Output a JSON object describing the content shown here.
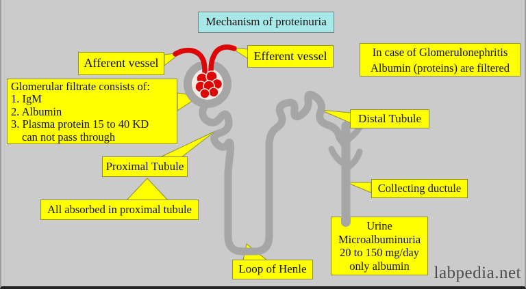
{
  "diagram": {
    "title": "Mechanism of proteinuria",
    "watermark": "labpedia.net",
    "callouts": {
      "afferent_vessel": "Afferent vessel",
      "efferent_vessel": "Efferent vessel",
      "proximal_tubule": "Proximal Tubule",
      "distal_tubule": "Distal Tubule",
      "collecting_ductule": "Collecting ductule",
      "loop_of_henle": "Loop of  Henle"
    },
    "notes": {
      "glomerulonephritis": {
        "line1": "In case of Glomerulonephritis",
        "line2": "Albumin (proteins) are filtered"
      },
      "filtrate": {
        "title": "Glomerular filtrate consists of:",
        "items": [
          "1. IgM",
          "2. Albumin",
          "3. Plasma protein 15 to 40 KD",
          "can not pass through"
        ]
      },
      "absorption": "All absorbed in proximal tubule",
      "urine": {
        "lines": [
          "Urine",
          "Microalbuminuria",
          "20 to 150 mg/day",
          "only albumin"
        ]
      }
    },
    "colors": {
      "background": "#cbcbcb",
      "label_box": "#ffff00",
      "title_box": "#a7e8e8",
      "tubule_gray": "#a6a6a6",
      "vessel_red": "#dd0606",
      "capsule_interior": "#f2e9e2",
      "watermark_text": "#4c4c4c"
    }
  }
}
